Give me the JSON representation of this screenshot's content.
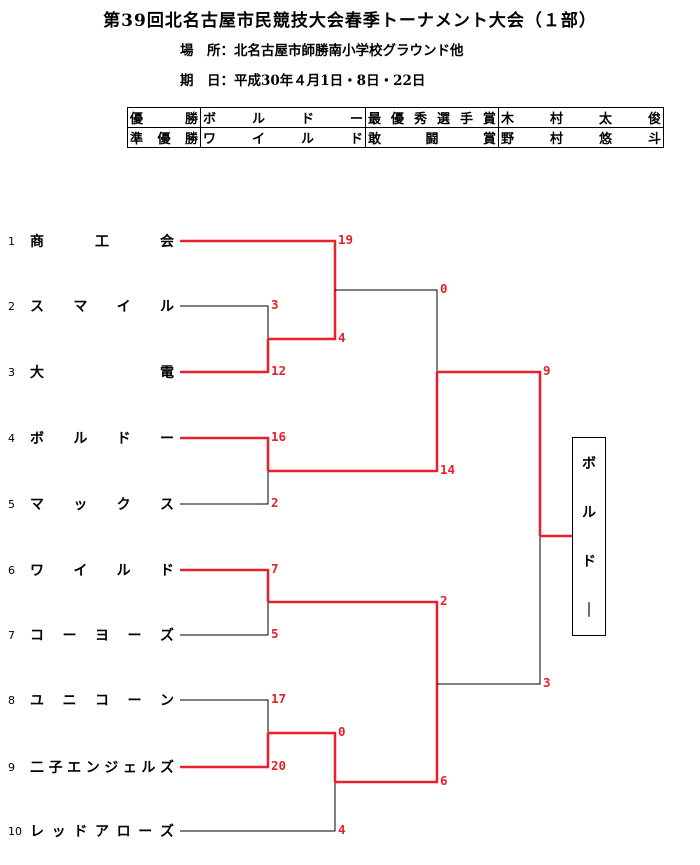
{
  "title": "第39回北名古屋市民競技大会春季トーナメント大会（１部）",
  "venue": "場　所：北名古屋市師勝南小学校グラウンド他",
  "dates": "期　日：平成30年４月1日・8日・22日",
  "awards": [
    {
      "label": "優勝",
      "value": "ボルドー",
      "label2": "最優秀選手賞",
      "value2": "木村太俊"
    },
    {
      "label": "準優勝",
      "value": "ワイルド",
      "label2": "敢闘賞",
      "value2": "野村悠斗"
    }
  ],
  "teams": [
    {
      "seed": "1",
      "name": "商工会"
    },
    {
      "seed": "2",
      "name": "スマイル"
    },
    {
      "seed": "3",
      "name": "大電"
    },
    {
      "seed": "4",
      "name": "ボルドー"
    },
    {
      "seed": "5",
      "name": "マックス"
    },
    {
      "seed": "6",
      "name": "ワイルド"
    },
    {
      "seed": "7",
      "name": "コーヨーズ"
    },
    {
      "seed": "8",
      "name": "ユニコーン"
    },
    {
      "seed": "9",
      "name": "二子エンジェルズ"
    },
    {
      "seed": "10",
      "name": "レッドアローズ"
    }
  ],
  "scores": [
    "19",
    "3",
    "12",
    "4",
    "0",
    "16",
    "2",
    "14",
    "9",
    "7",
    "5",
    "2",
    "17",
    "20",
    "0",
    "4",
    "6",
    "3"
  ],
  "champion": "ボルドー",
  "colors": {
    "winner_line": "#e8202a",
    "loser_line": "#000000"
  }
}
